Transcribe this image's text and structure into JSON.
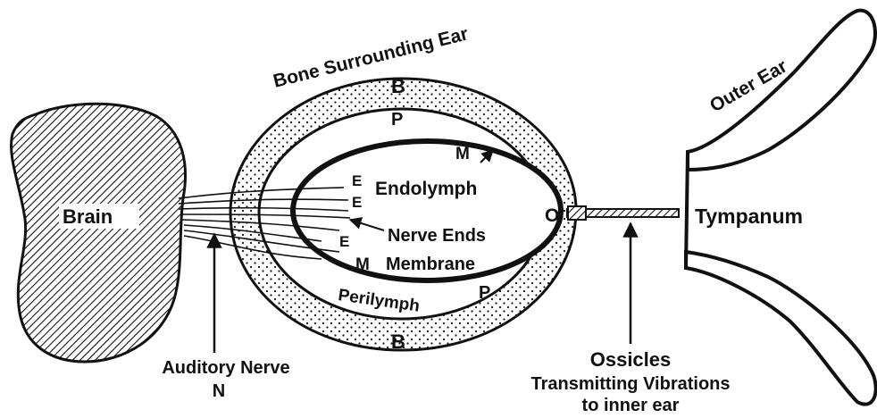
{
  "labels": {
    "bone_surrounding_ear": "Bone Surrounding Ear",
    "bone_top": "B",
    "bone_bottom": "B",
    "perilymph_top": "P",
    "perilymph_bottom": "P",
    "perilymph": "Perilymph",
    "membrane_top": "M",
    "membrane_bottom": "M",
    "membrane": "Membrane",
    "endolymph": "Endolymph",
    "nerve_end_1": "E",
    "nerve_end_2": "E",
    "nerve_end_3": "E",
    "nerve_ends": "Nerve Ends",
    "oval_window": "O",
    "brain": "Brain",
    "auditory_nerve": "Auditory Nerve",
    "auditory_nerve_letter": "N",
    "tympanum": "Tympanum",
    "outer_ear": "Outer Ear",
    "ossicles": "Ossicles",
    "ossicles_line2": "Transmitting Vibrations",
    "ossicles_line3": "to inner ear"
  },
  "colors": {
    "ink": "#111111",
    "paper": "#ffffff"
  }
}
